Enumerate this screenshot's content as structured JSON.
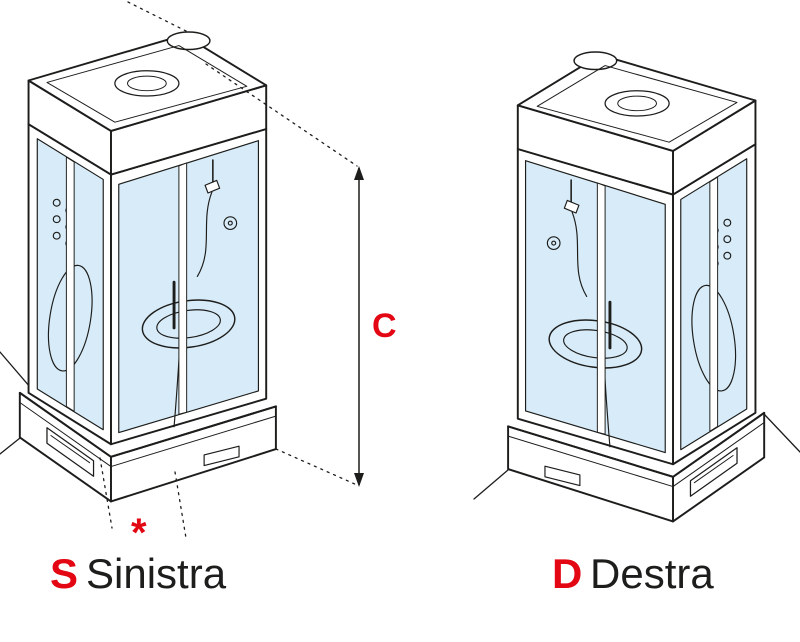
{
  "diagram": {
    "left_variant": {
      "letter": "S",
      "name": "Sinistra"
    },
    "right_variant": {
      "letter": "D",
      "name": "Destra"
    },
    "height_dimension_label": "C",
    "footnote_marker": "*",
    "colors": {
      "accent_red": "#e30613",
      "glass_blue": "#d7ebf8",
      "line_black": "#1d1d1b",
      "background": "#ffffff"
    }
  }
}
